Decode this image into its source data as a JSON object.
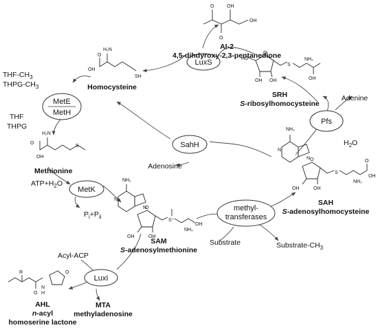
{
  "enzymes": {
    "luxs": "LuxS",
    "mete": "MetE",
    "meth": "MetH",
    "sahh": "SahH",
    "pfs": "Pfs",
    "metk": "MetK",
    "methyl_line1": "methyl-",
    "methyl_line2": "transferases",
    "luxi": "LuxI"
  },
  "compounds": {
    "ai2_name": "AI-2",
    "ai2_full": "4,5-dihdyroxy-2,3-pentanedione",
    "homocysteine": "Homocysteine",
    "srh_abbr": "SRH",
    "srh_prefix": "S",
    "srh_rest": "-ribosylhomocysteine",
    "methionine": "Methionine",
    "sah_abbr": "SAH",
    "sah_prefix": "S",
    "sah_rest": "-adenosylhomocysteine",
    "sam_abbr": "SAM",
    "sam_prefix": "S",
    "sam_rest": "-adenosylmethionine",
    "ahl_abbr": "AHL",
    "ahl_prefix": "n",
    "ahl_rest": "-acyl",
    "ahl_line3": "homoserine lactone",
    "mta_abbr": "MTA",
    "mta_full": "methyladenosine"
  },
  "cofactors": {
    "thf_ch3": "THF-CH",
    "thf_ch3_sub": "3",
    "thpg_ch3": "THPG-CH",
    "thpg_ch3_sub": "3",
    "thf": "THF",
    "thpg": "THPG",
    "adenosine": "Adenosine",
    "adenine": "Adenine",
    "h2o_h": "H",
    "h2o_sub": "2",
    "h2o_o": "O",
    "atp": "ATP+H",
    "atp_sub": "2",
    "atp_o": "O",
    "pi_p1": "P",
    "pi_sub1": "i",
    "pi_plus": "+P",
    "pi_sub2": "ii",
    "substrate": "Substrate",
    "substrate_ch3": "Substrate-CH",
    "substrate_ch3_sub": "3",
    "acyl_acp": "Acyl-ACP"
  },
  "atoms": {
    "o": "O",
    "oh": "OH",
    "ho": "HO",
    "sh": "SH",
    "s": "S",
    "n": "N",
    "nh2": "NH₂",
    "h2n": "H₂N",
    "h": "H",
    "r": "R",
    "s_plus": "S⁺",
    "plus": "+"
  }
}
